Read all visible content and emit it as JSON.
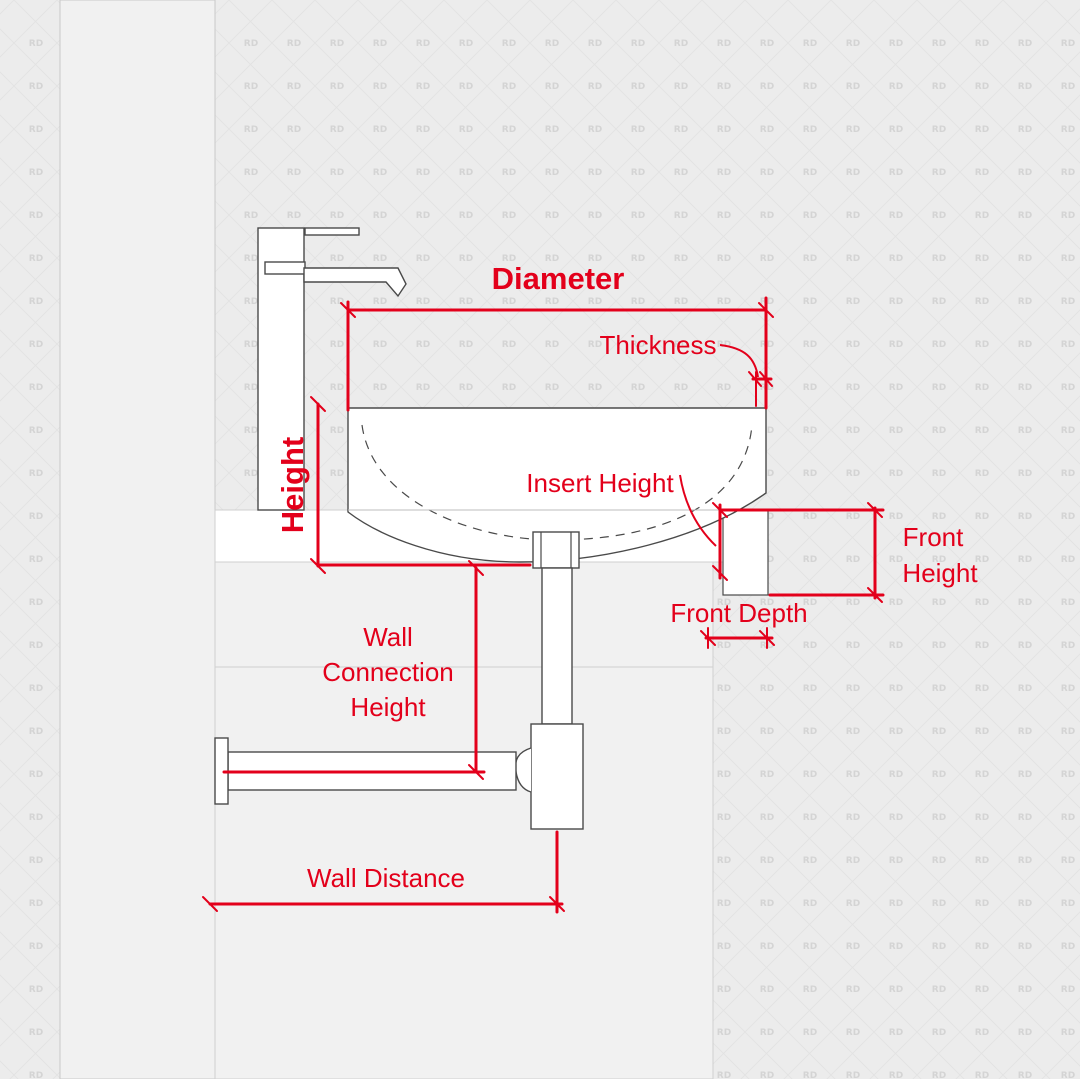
{
  "watermark": "RD",
  "labels": {
    "diameter": "Diameter",
    "thickness": "Thickness",
    "height": "Height",
    "insert_height": "Insert Height",
    "front_height_line1": "Front",
    "front_height_line2": "Height",
    "front_depth": "Front Depth",
    "wall_connection_line1": "Wall",
    "wall_connection_line2": "Connection",
    "wall_connection_line3": "Height",
    "wall_distance": "Wall Distance"
  },
  "colors": {
    "dimension": "#e3001b",
    "outline": "#4a4a4a",
    "background": "#ececec"
  }
}
